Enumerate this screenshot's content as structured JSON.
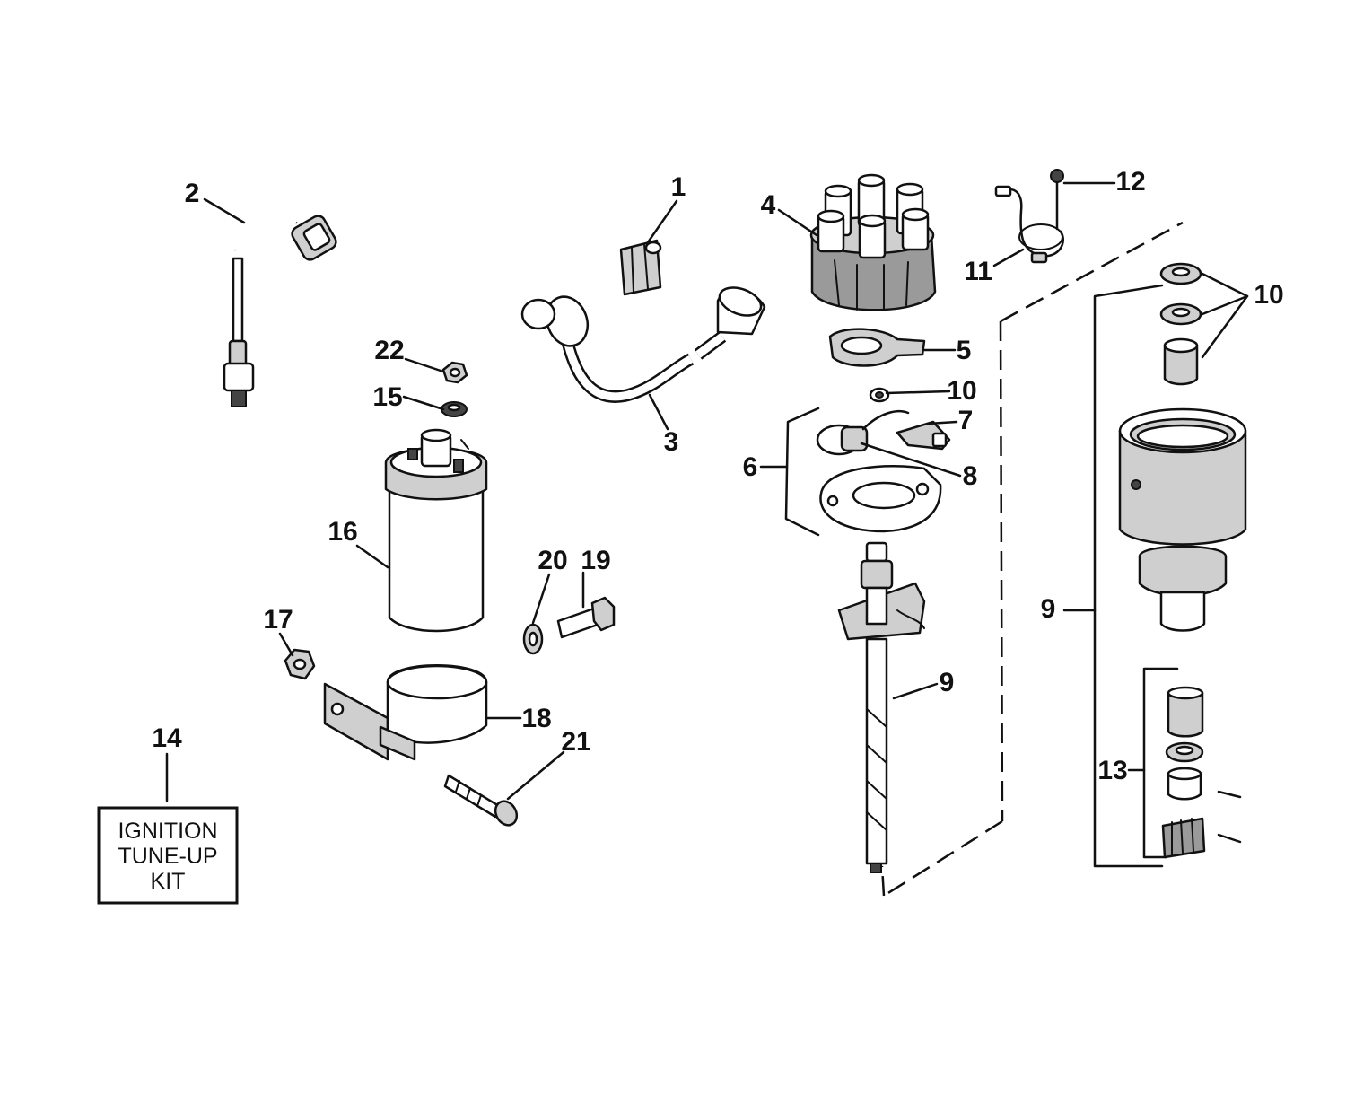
{
  "labels": {
    "p1": "1",
    "p2": "2",
    "p3": "3",
    "p4": "4",
    "p5": "5",
    "p6": "6",
    "p7": "7",
    "p8": "8",
    "p9a": "9",
    "p9b": "9",
    "p10a": "10",
    "p10b": "10",
    "p11": "11",
    "p12": "12",
    "p13": "13",
    "p14": "14",
    "p15": "15",
    "p16": "16",
    "p17": "17",
    "p18": "18",
    "p19": "19",
    "p20": "20",
    "p21": "21",
    "p22": "22"
  },
  "kit_box": {
    "line1": "IGNITION",
    "line2": "TUNE-UP",
    "line3": "KIT"
  },
  "icons": [
    "spark-plug-lead-icon",
    "coil-lead-icon",
    "distributor-cap-icon",
    "rotor-icon",
    "ignition-coil-icon",
    "coil-bracket-icon",
    "distributor-housing-icon",
    "distributor-shaft-icon",
    "gear-icon",
    "bolt-icon",
    "nut-icon",
    "washer-icon"
  ]
}
